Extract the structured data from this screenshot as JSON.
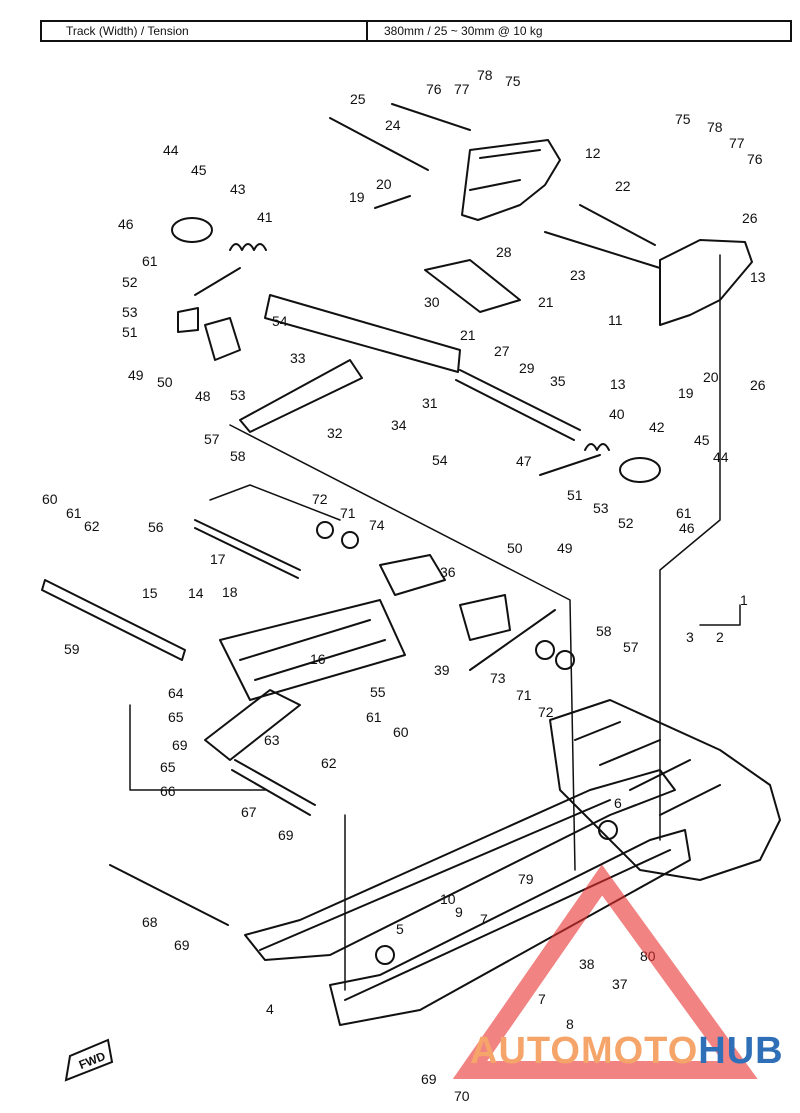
{
  "spec": {
    "label": "Track (Width) / Tension",
    "value": "380mm / 25 ~ 30mm @ 10 kg"
  },
  "watermark": {
    "part1": "AUTOMOTO",
    "part2": "HUB",
    "color1": "#f6a56a",
    "color2": "#2e6fb8",
    "triangle_color": "#e8302e"
  },
  "fwd_label": "FWD",
  "callouts": [
    "1",
    "2",
    "3",
    "4",
    "5",
    "6",
    "7",
    "7",
    "8",
    "9",
    "10",
    "11",
    "12",
    "13",
    "13",
    "14",
    "15",
    "16",
    "17",
    "18",
    "19",
    "19",
    "20",
    "20",
    "21",
    "21",
    "22",
    "23",
    "24",
    "25",
    "26",
    "26",
    "27",
    "28",
    "29",
    "30",
    "31",
    "32",
    "33",
    "34",
    "35",
    "36",
    "37",
    "38",
    "39",
    "40",
    "41",
    "42",
    "43",
    "44",
    "44",
    "45",
    "45",
    "46",
    "46",
    "47",
    "48",
    "49",
    "49",
    "50",
    "50",
    "51",
    "51",
    "52",
    "52",
    "53",
    "53",
    "53",
    "54",
    "54",
    "55",
    "56",
    "57",
    "57",
    "58",
    "58",
    "59",
    "60",
    "60",
    "61",
    "61",
    "61",
    "61",
    "62",
    "62",
    "63",
    "64",
    "65",
    "65",
    "66",
    "67",
    "68",
    "69",
    "69",
    "69",
    "69",
    "70",
    "71",
    "71",
    "72",
    "72",
    "73",
    "74",
    "75",
    "75",
    "76",
    "76",
    "77",
    "77",
    "78",
    "78",
    "79",
    "80"
  ]
}
